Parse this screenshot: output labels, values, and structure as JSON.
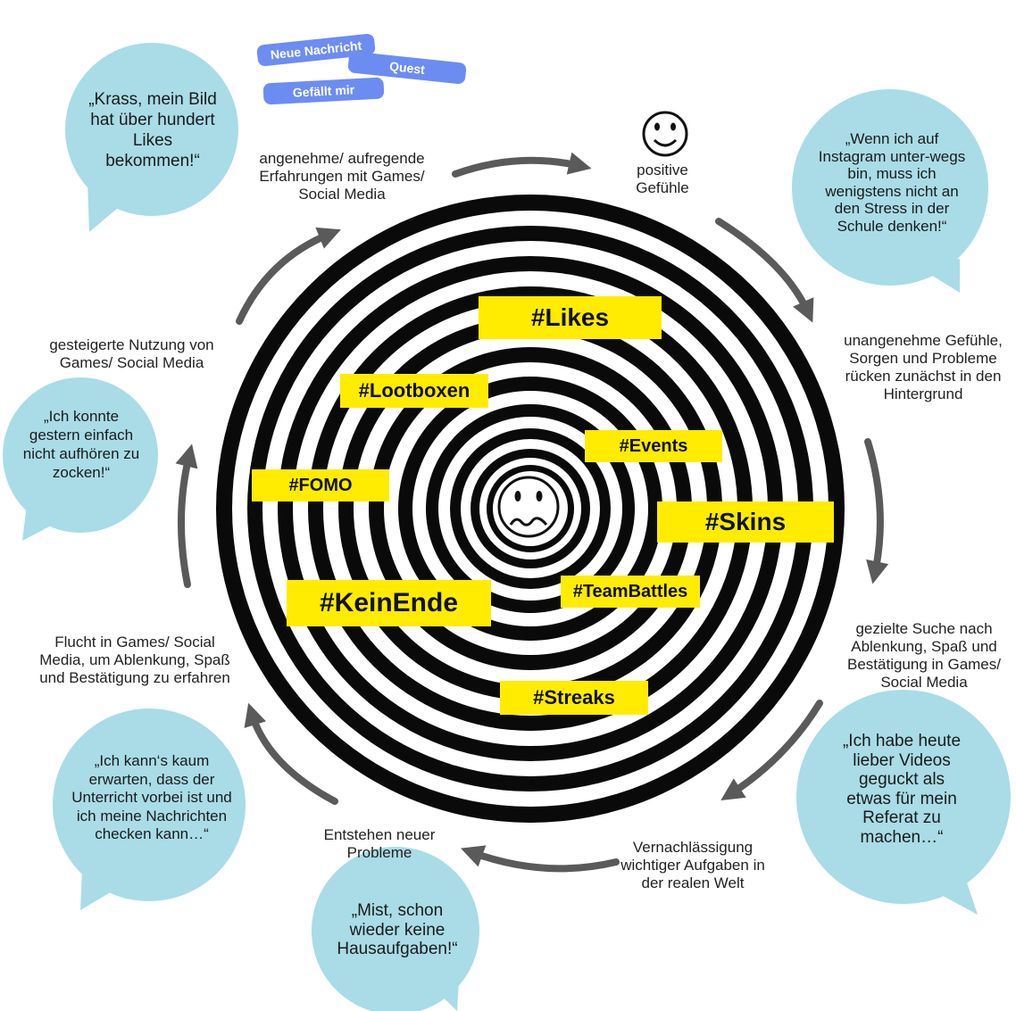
{
  "notifications": [
    "Neue Nachricht",
    "Quest",
    "Gefällt mir"
  ],
  "cycle_steps": {
    "step1": "angenehme/ aufregende Erfahrungen mit Games/ Social Media",
    "step2": "positive Gefühle",
    "step3": "unangenehme Gefühle, Sorgen und Probleme rücken zunächst in den Hintergrund",
    "step4": "gezielte Suche nach Ablenkung, Spaß und Bestätigung in Games/ Social Media",
    "step5": "Vernachlässigung wichtiger Aufgaben in der realen Welt",
    "step6": "Entstehen neuer Probleme",
    "step7": "Flucht in Games/ Social Media, um Ablenkung, Spaß und Bestätigung zu erfahren",
    "step8": "gesteigerte Nutzung von Games/ Social Media"
  },
  "quotes": {
    "q1": "„Krass, mein Bild hat über hundert Likes bekommen!“",
    "q2": "„Wenn ich auf Instagram unter-wegs bin, muss ich wenigstens nicht an den Stress in der Schule denken!“",
    "q3": "„Ich habe heute lieber Videos geguckt als etwas für mein Referat zu machen…“",
    "q4": "„Mist, schon wieder keine Hausaufgaben!“",
    "q5": "„Ich kann‘s kaum erwarten, dass der Unterricht vorbei ist und ich meine Nachrichten checken kann…“",
    "q6": "„Ich konnte gestern einfach nicht aufhören zu zocken!“"
  },
  "hashtags": {
    "likes": "#Likes",
    "lootboxen": "#Lootboxen",
    "events": "#Events",
    "fomo": "#FOMO",
    "skins": "#Skins",
    "keinende": "#KeinEnde",
    "teambattles": "#TeamBattles",
    "streaks": "#Streaks"
  },
  "colors": {
    "bubble": "#a9dce7",
    "arrow": "#5a5a5a",
    "tag": "#ffec00",
    "pill": "#6d8cf2"
  },
  "icons": {
    "positive": "smiley-face-icon",
    "center": "sad-face-icon"
  }
}
